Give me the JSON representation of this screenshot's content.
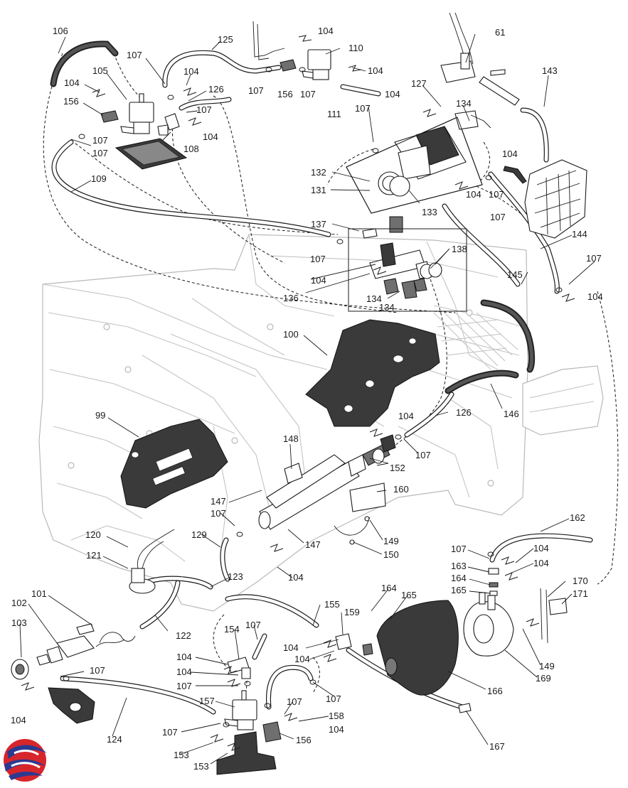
{
  "diagram": {
    "labels": {
      "l106": "106",
      "l125": "125",
      "l104a": "104",
      "l110": "110",
      "l61": "61",
      "l107a": "107",
      "l105": "105",
      "l104b": "104",
      "l104c": "104",
      "l143": "143",
      "l104d": "104",
      "l126a": "126",
      "l107b": "107",
      "l156a": "156",
      "l107c": "107",
      "l104e": "104",
      "l127": "127",
      "l156b": "156",
      "l107d": "107",
      "l111": "111",
      "l107e": "107",
      "l134a": "134",
      "l107f": "107",
      "l104f": "104",
      "l108": "108",
      "l107g": "107",
      "l104g": "104",
      "l109": "109",
      "l132": "132",
      "l104h": "104",
      "l107h": "107",
      "l131": "131",
      "l133": "133",
      "l107i": "107",
      "l144": "144",
      "l137": "137",
      "l107j": "107",
      "l138": "138",
      "l107k": "107",
      "l104i": "104",
      "l145": "145",
      "l136": "136",
      "l134b": "134",
      "l134c": "134",
      "l104j": "104",
      "l100": "100",
      "l146": "146",
      "l99": "99",
      "l104k": "104",
      "l126b": "126",
      "l107l": "107",
      "l148": "148",
      "l152": "152",
      "l160": "160",
      "l147a": "147",
      "l107m": "107",
      "l149a": "149",
      "l120": "120",
      "l129": "129",
      "l147b": "147",
      "l150": "150",
      "l162": "162",
      "l121": "121",
      "l107n": "107",
      "l104l": "104",
      "l163": "163",
      "l104m": "104",
      "l123": "123",
      "l104n": "104",
      "l164a": "164",
      "l165a": "165",
      "l170": "170",
      "l164b": "164",
      "l171": "171",
      "l101": "101",
      "l165b": "165",
      "l155": "155",
      "l102": "102",
      "l159": "159",
      "l122": "122",
      "l154": "154",
      "l107o": "107",
      "l103": "103",
      "l104o": "104",
      "l104p": "104",
      "l104q": "104",
      "l149b": "149",
      "l107p": "107",
      "l104r": "104",
      "l169": "169",
      "l107q": "107",
      "l107r": "107",
      "l166": "166",
      "l157": "157",
      "l107s": "107",
      "l104s": "104",
      "l158": "158",
      "l104t": "104",
      "l107t": "107",
      "l124": "124",
      "l156c": "156",
      "l153a": "153",
      "l167": "167",
      "l153b": "153"
    },
    "colors": {
      "logo_red": "#d7262b",
      "logo_blue": "#2b3990",
      "frame": "#b9b9b9",
      "part_dark": "#3a3a3a"
    },
    "logo_icon": "brand-logo-icon"
  }
}
